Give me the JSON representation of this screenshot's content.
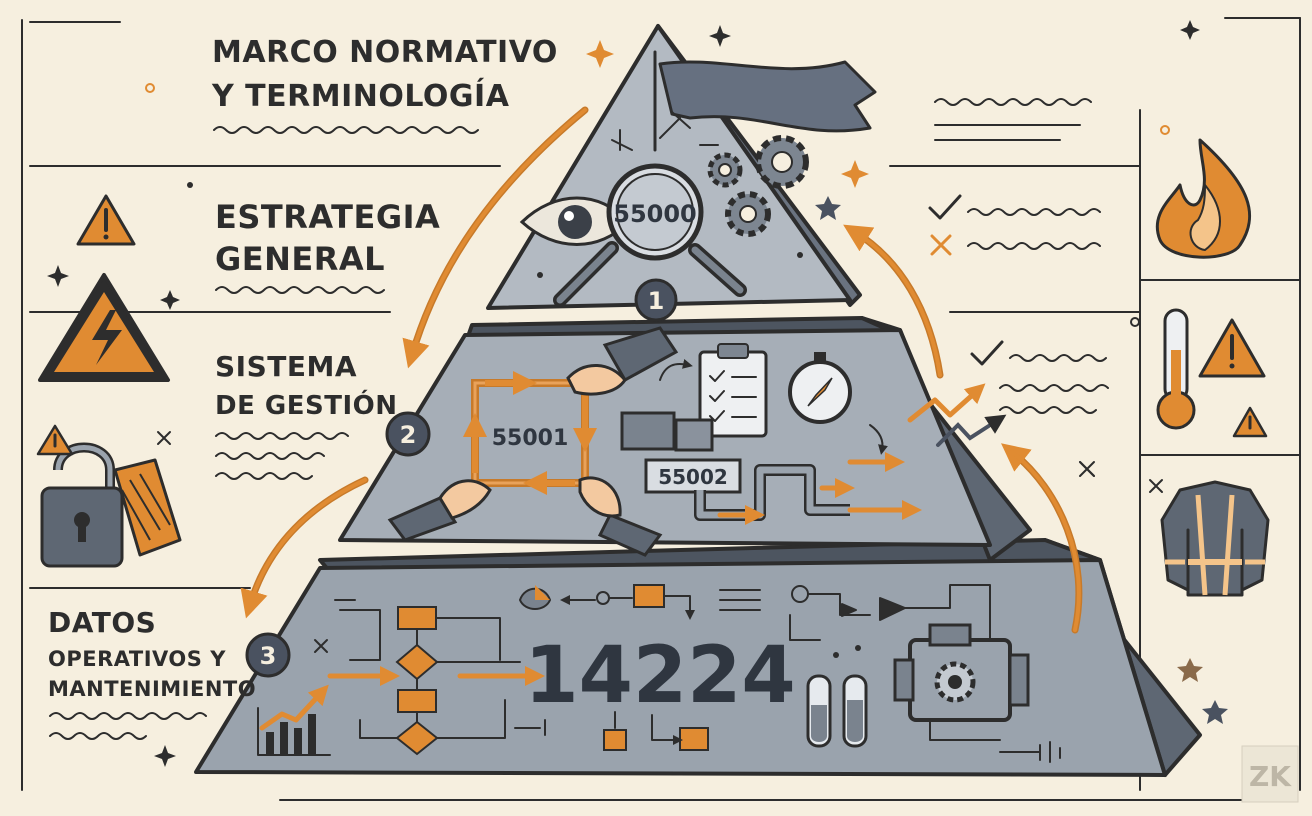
{
  "levels": [
    {
      "number": "1",
      "title_lines": [
        "ESTRATEGIA",
        "GENERAL"
      ],
      "standard": "55000"
    },
    {
      "number": "2",
      "title_lines": [
        "SISTEMA",
        "DE GESTIÓN"
      ],
      "standards": [
        "55001",
        "55002"
      ]
    },
    {
      "number": "3",
      "title_lines": [
        "DATOS",
        "OPERATIVOS Y",
        "MANTENIMIENTO"
      ],
      "standard": "14224"
    }
  ],
  "header": {
    "title_lines": [
      "MARCO NORMATIVO",
      "Y TERMINOLOGÍA"
    ]
  },
  "watermark": "ZK",
  "colors": {
    "accent": "#e08b32",
    "stone": "#9aa3ad",
    "ink": "#2d2d2d",
    "paper": "#f6efdf"
  }
}
